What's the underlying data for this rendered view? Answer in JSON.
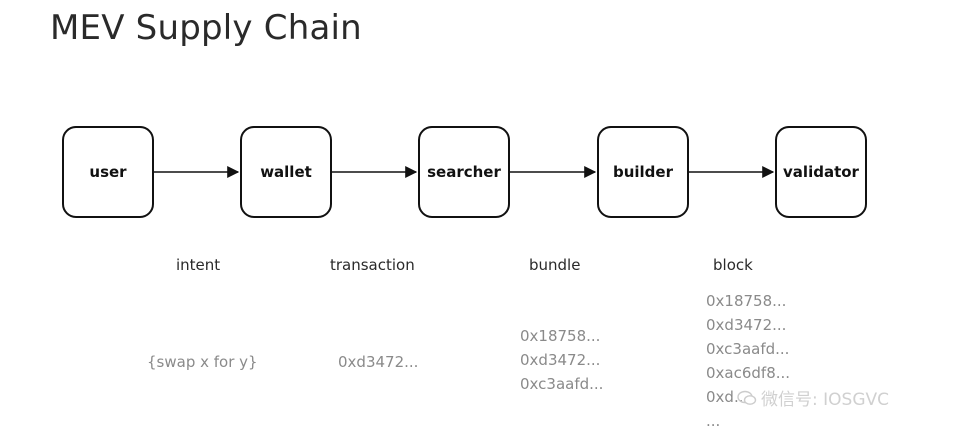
{
  "title": "MEV Supply Chain",
  "nodes": [
    "user",
    "wallet",
    "searcher",
    "builder",
    "validator"
  ],
  "labels": [
    "intent",
    "transaction",
    "bundle",
    "block"
  ],
  "data": {
    "intent": [
      "{swap x for y}"
    ],
    "transaction": [
      "0xd3472..."
    ],
    "bundle": [
      "0x18758...",
      "0xd3472...",
      "0xc3aafd..."
    ],
    "block": [
      "0x18758...",
      "0xd3472...",
      "0xc3aafd...",
      "0xac6df8...",
      "0xd...",
      "..."
    ]
  },
  "watermark": "微信号: IOSGVC"
}
